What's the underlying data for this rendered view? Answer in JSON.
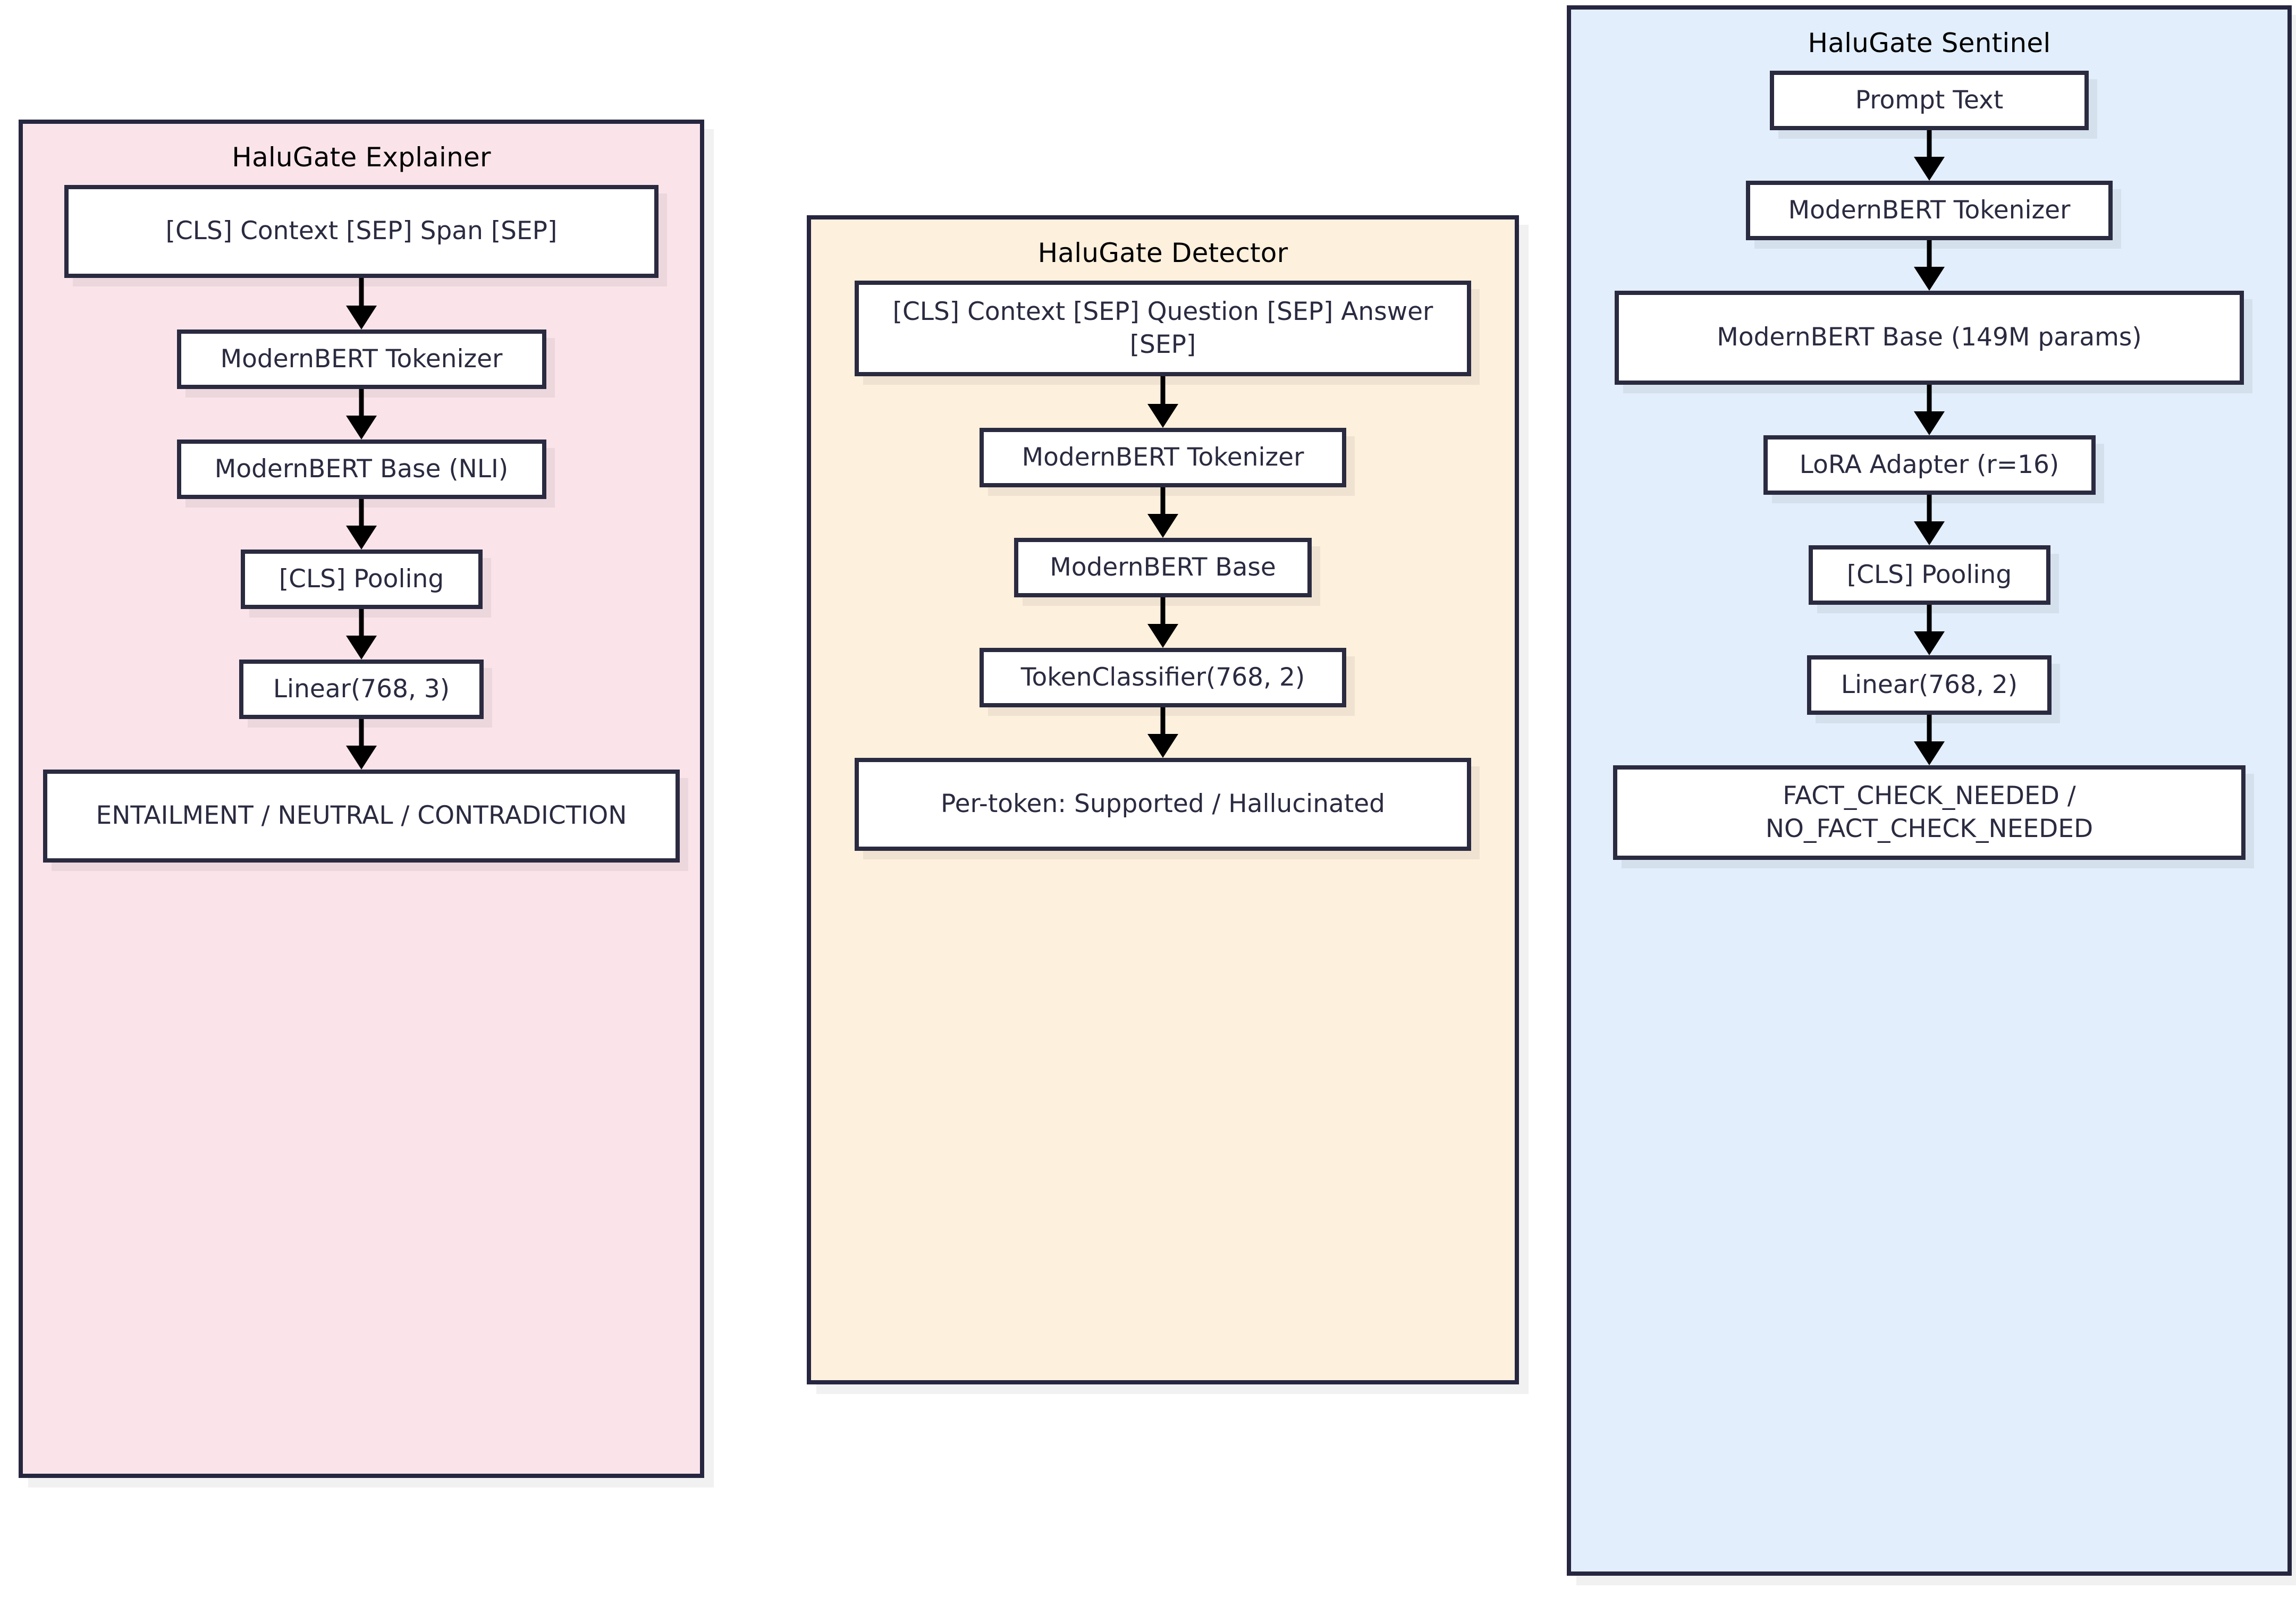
{
  "diagram": {
    "type": "flowchart",
    "orientation": "three-parallel-vertical-pipelines",
    "background": "#ffffff",
    "node_border_color": "#2a2a40",
    "node_fill_color": "#ffffff",
    "arrow_color": "#000000"
  },
  "columns": [
    {
      "id": "explainer",
      "title": "HaluGate Explainer",
      "fill": "#fae4ea",
      "border": "#262640",
      "nodes": [
        {
          "id": "exp-input",
          "label": "[CLS] Context [SEP] Span [SEP]"
        },
        {
          "id": "exp-tokenizer",
          "label": "ModernBERT Tokenizer"
        },
        {
          "id": "exp-base",
          "label": "ModernBERT Base (NLI)"
        },
        {
          "id": "exp-pooling",
          "label": "[CLS] Pooling"
        },
        {
          "id": "exp-linear",
          "label": "Linear(768, 3)"
        },
        {
          "id": "exp-output",
          "label": "ENTAILMENT / NEUTRAL / CONTRADICTION"
        }
      ]
    },
    {
      "id": "detector",
      "title": "HaluGate Detector",
      "fill": "#fdf0dd",
      "border": "#262640",
      "nodes": [
        {
          "id": "det-input",
          "label": "[CLS] Context [SEP] Question [SEP] Answer [SEP]"
        },
        {
          "id": "det-tokenizer",
          "label": "ModernBERT Tokenizer"
        },
        {
          "id": "det-base",
          "label": "ModernBERT Base"
        },
        {
          "id": "det-classifier",
          "label": "TokenClassifier(768, 2)"
        },
        {
          "id": "det-output",
          "label": "Per-token: Supported / Hallucinated"
        }
      ]
    },
    {
      "id": "sentinel",
      "title": "HaluGate Sentinel",
      "fill": "#e2eefb",
      "border": "#262640",
      "nodes": [
        {
          "id": "sen-prompt",
          "label": "Prompt Text"
        },
        {
          "id": "sen-tokenizer",
          "label": "ModernBERT Tokenizer"
        },
        {
          "id": "sen-base",
          "label": "ModernBERT Base (149M params)"
        },
        {
          "id": "sen-lora",
          "label": "LoRA Adapter (r=16)"
        },
        {
          "id": "sen-pooling",
          "label": "[CLS] Pooling"
        },
        {
          "id": "sen-linear",
          "label": "Linear(768, 2)"
        },
        {
          "id": "sen-output",
          "label": "FACT_CHECK_NEEDED / NO_FACT_CHECK_NEEDED"
        }
      ]
    }
  ]
}
